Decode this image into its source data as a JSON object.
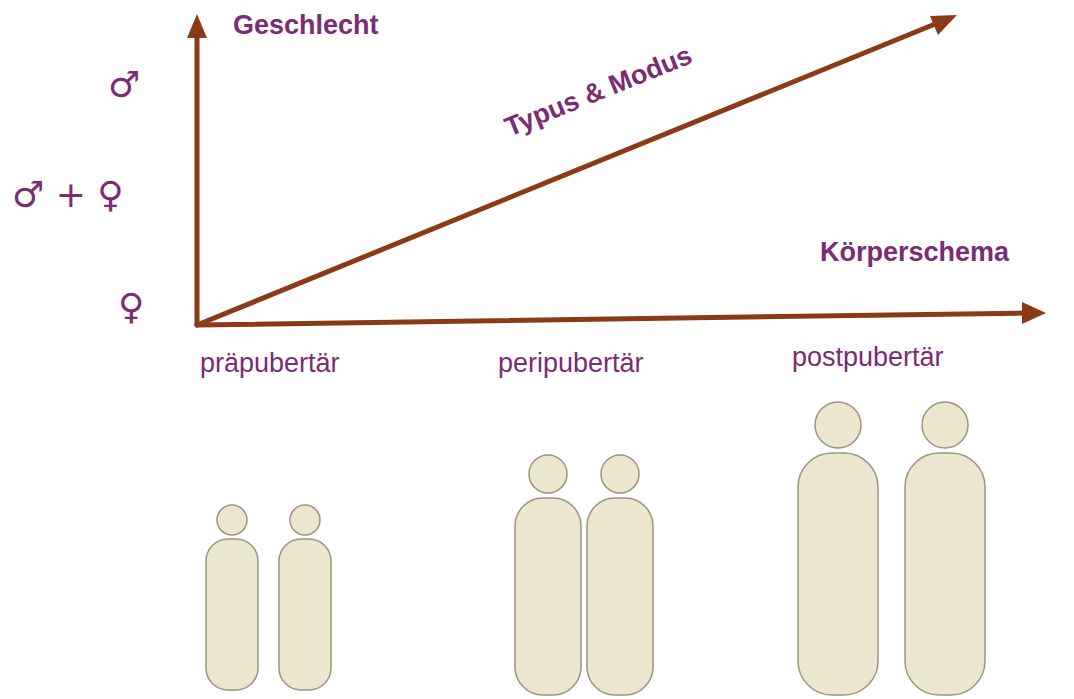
{
  "diagram": {
    "labels": [
      "Geschlecht",
      "♂",
      "♂ + ♀",
      "♀",
      "Typus & Modus",
      "Körperschema",
      "präpubertär",
      "peripubertär",
      "postpubertär"
    ]
  }
}
